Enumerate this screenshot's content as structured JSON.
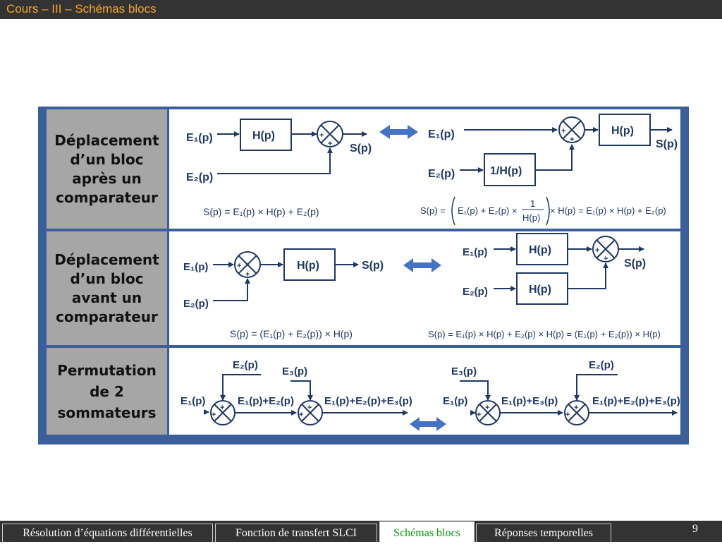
{
  "header": {
    "title": "Cours – III – Schémas blocs"
  },
  "rows": [
    {
      "label": [
        "Déplacement",
        "d’un bloc",
        "après un",
        "comparateur"
      ]
    },
    {
      "label": [
        "Déplacement",
        "d’un bloc",
        "avant un",
        "comparateur"
      ]
    },
    {
      "label": [
        "Permutation",
        "de 2",
        "sommateurs"
      ]
    }
  ],
  "diagram": {
    "E1": "E₁(p)",
    "E2": "E₂(p)",
    "E3": "E₃(p)",
    "H": "H(p)",
    "invH": "1/H(p)",
    "S": "S(p)",
    "sum12": "E₁(p)+E₂(p)",
    "sum13": "E₁(p)+E₃(p)",
    "sum123": "E₁(p)+E₂(p)+E₃(p)",
    "plus": "+",
    "f1a": "S(p) = E₁(p) × H(p) + E₂(p)",
    "f1b_pre": "S(p) =",
    "f1b_in": "E₁(p) + E₂(p) ×",
    "f1b_num": "1",
    "f1b_den": "H(p)",
    "f1b_post": "× H(p) = E₁(p) × H(p) + E₂(p)",
    "f2a": "S(p) = (E₁(p) + E₂(p)) × H(p)",
    "f2b": "S(p) = E₁(p) × H(p) + E₂(p) × H(p) = (E₁(p) + E₂(p)) × H(p)"
  },
  "footer": {
    "tabs": [
      "Résolution d’équations différentielles",
      "Fonction de transfert SLCI",
      "Schémas blocs",
      "Réponses temporelles"
    ],
    "active": "Schémas blocs",
    "page": "9"
  },
  "colors": {
    "accent": "#F5A623",
    "active_tab": "#00a000",
    "diagram": "#1f3864",
    "arrow": "#4472c4",
    "label_bg": "#a6a6a6"
  }
}
